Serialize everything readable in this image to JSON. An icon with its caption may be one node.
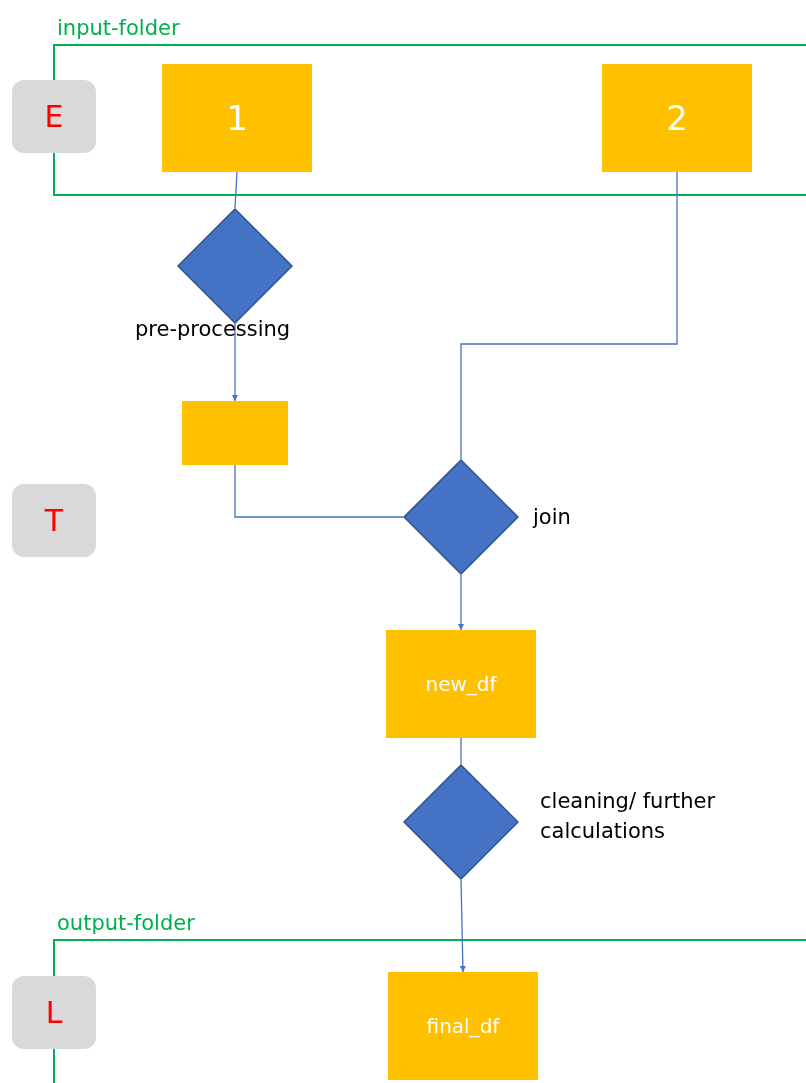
{
  "diagram": {
    "nodes": [
      {
        "text": [
          "input-folder"
        ]
      },
      {
        "text": [
          "1"
        ],
        "in": 0
      },
      {
        "text": [
          "2"
        ],
        "in": 0
      },
      {
        "text": [
          "E"
        ]
      },
      {
        "text": [],
        "shape": "diamond",
        "beside": [
          "pre-processing"
        ]
      },
      {
        "text": [],
        "shape": "box"
      },
      {
        "text": [
          "T"
        ]
      },
      {
        "text": [],
        "shape": "diamond",
        "beside": [
          "join"
        ]
      },
      {
        "text": [
          "new_df"
        ]
      },
      {
        "text": [],
        "shape": "diamond",
        "beside": [
          "cleaning/ further calculations"
        ]
      },
      {
        "text": [
          "output-folder"
        ]
      },
      {
        "text": [
          "L"
        ]
      },
      {
        "text": [
          "final_df"
        ],
        "in": 10
      }
    ],
    "edges": [
      {
        "from": 1,
        "to": 4,
        "arrow": "none"
      },
      {
        "from": 4,
        "to": 5,
        "arrow": "to"
      },
      {
        "from": 2,
        "to": 7,
        "arrow": "none"
      },
      {
        "from": 5,
        "to": 7,
        "arrow": "none"
      },
      {
        "from": 7,
        "to": 8,
        "arrow": "to"
      },
      {
        "from": 8,
        "to": 9,
        "arrow": "none"
      },
      {
        "from": 9,
        "to": 12,
        "arrow": "to"
      }
    ]
  }
}
